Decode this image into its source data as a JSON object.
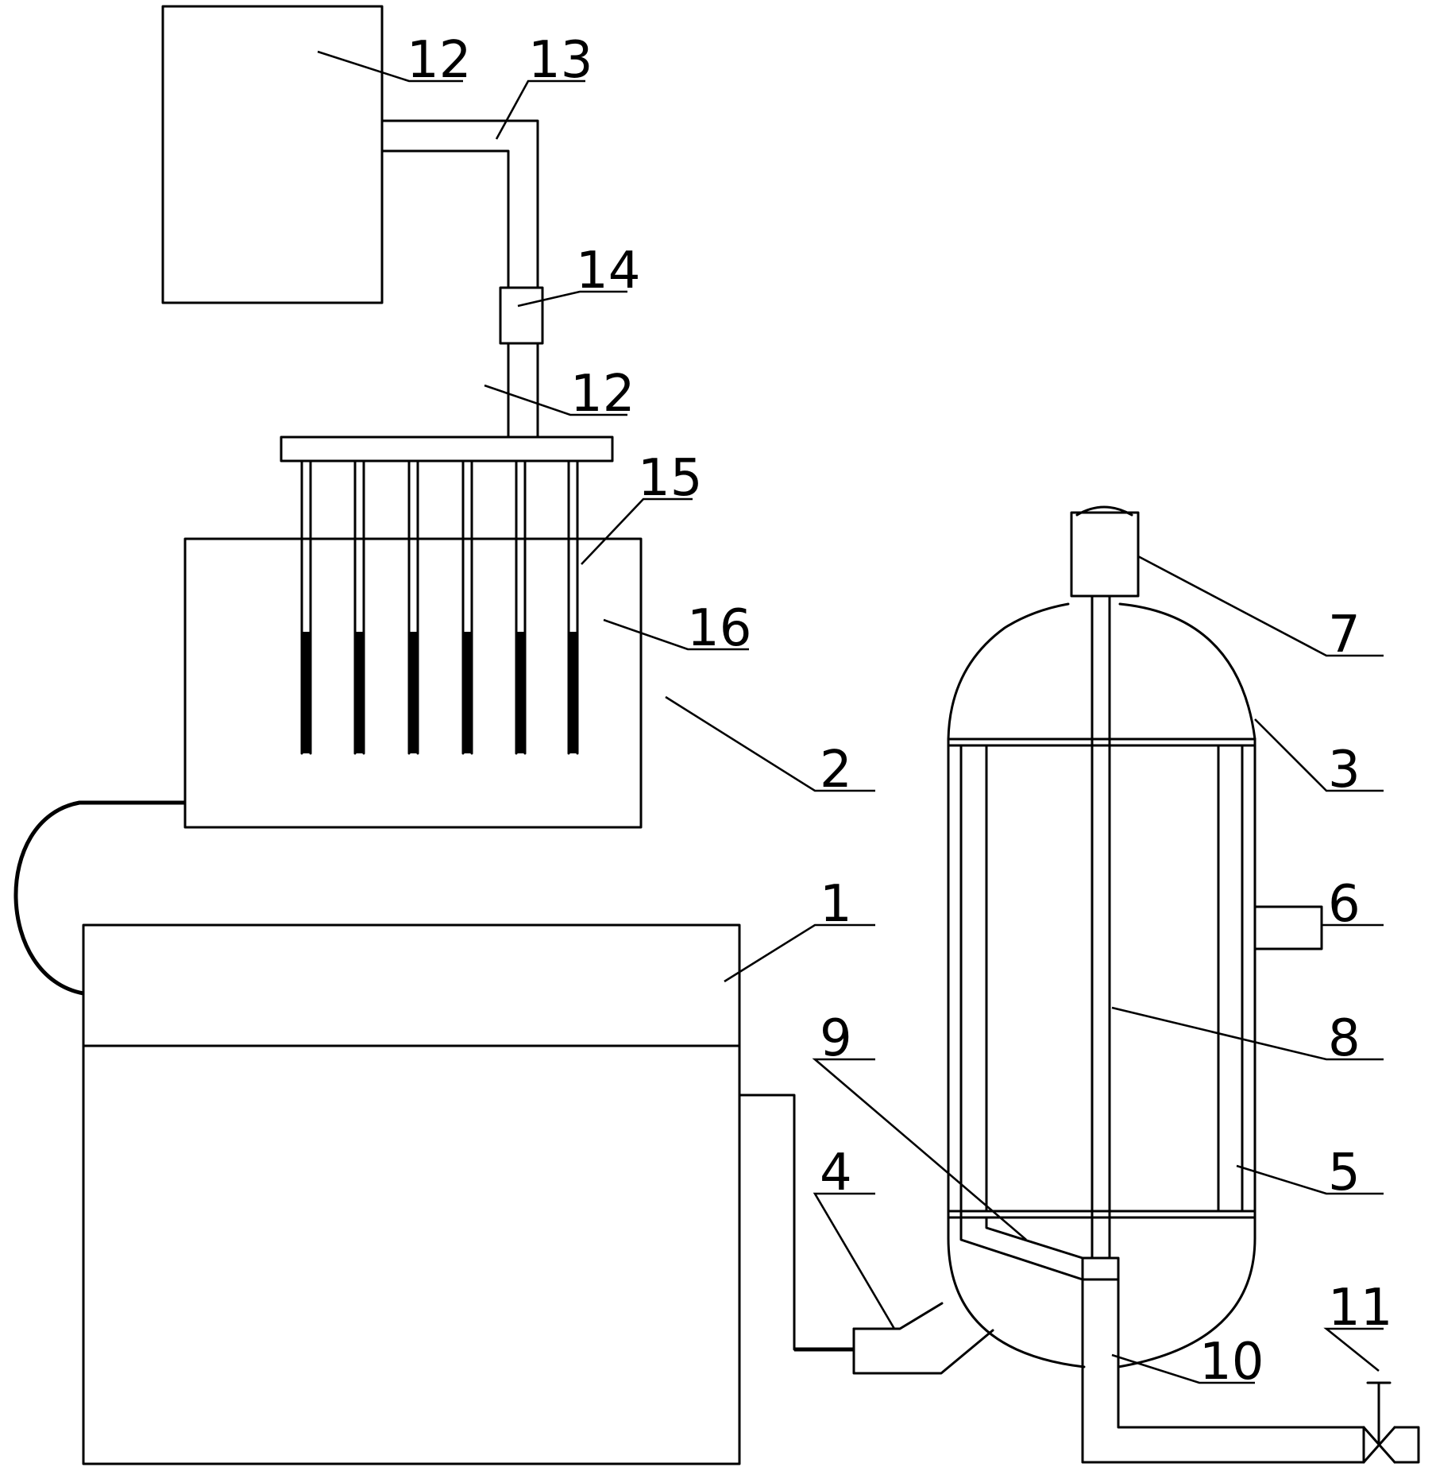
{
  "labels": {
    "l12a": "12",
    "l13": "13",
    "l14": "14",
    "l12b": "12",
    "l15": "15",
    "l16": "16",
    "l2": "2",
    "l7": "7",
    "l3": "3",
    "l1": "1",
    "l6": "6",
    "l8": "8",
    "l9": "9",
    "l5": "5",
    "l4": "4",
    "l11": "11",
    "l10": "10"
  }
}
